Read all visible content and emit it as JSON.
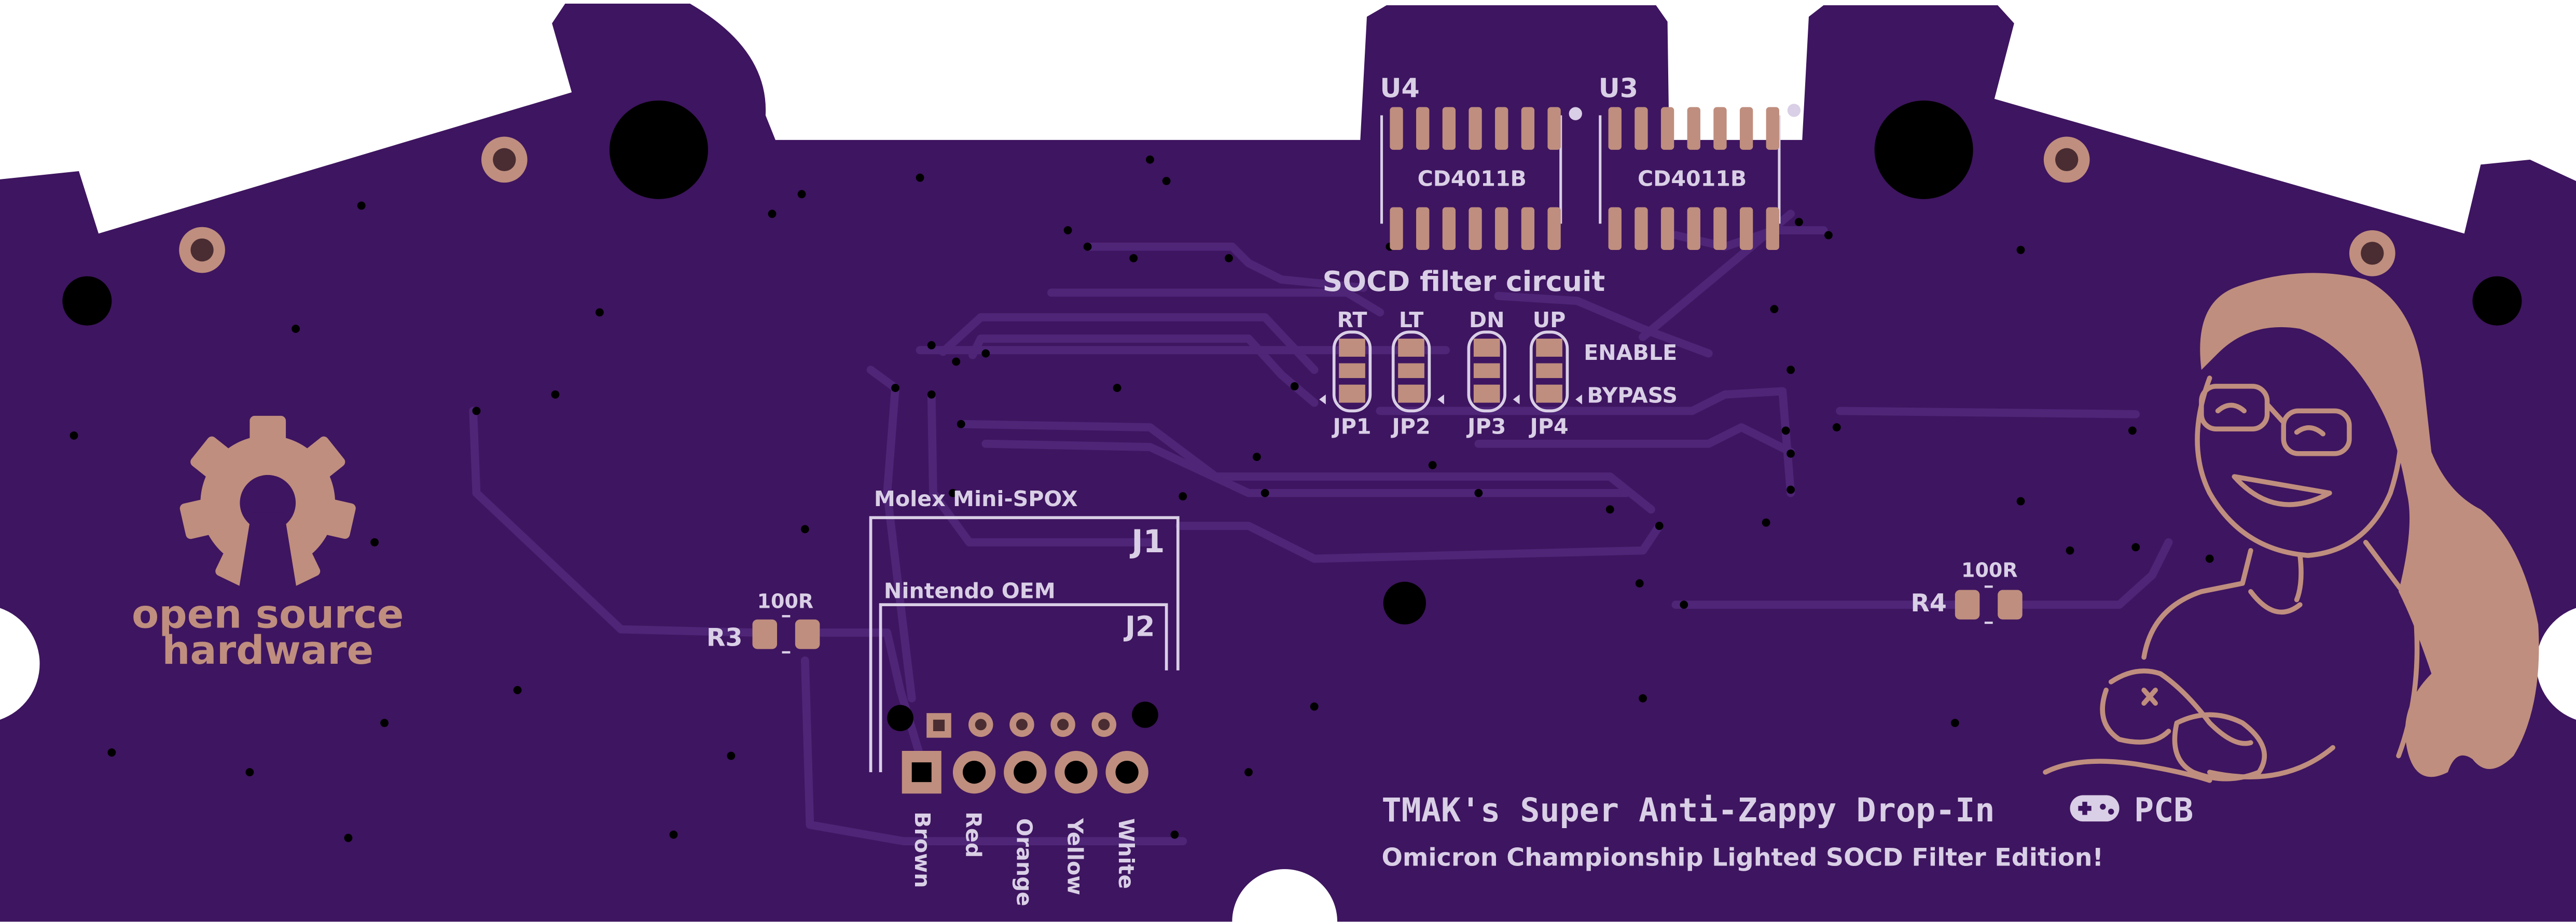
{
  "colors": {
    "pcb": "#3e1560",
    "trace": "#4e2577",
    "silkscreen": "#d9cfe6",
    "copper_pad": "#bf8e7e",
    "hole": "#000000",
    "background": "#ffffff"
  },
  "chips": [
    {
      "ref": "U4",
      "part": "CD4011B"
    },
    {
      "ref": "U3",
      "part": "CD4011B"
    }
  ],
  "socd": {
    "title": "SOCD filter circuit",
    "jumpers": [
      {
        "top": "RT",
        "bottom": "JP1"
      },
      {
        "top": "LT",
        "bottom": "JP2"
      },
      {
        "top": "DN",
        "bottom": "JP3"
      },
      {
        "top": "UP",
        "bottom": "JP4"
      }
    ],
    "enable_label": "ENABLE",
    "bypass_label": "BYPASS"
  },
  "connectors": {
    "j1_ref": "J1",
    "j1_name": "Molex Mini-SPOX",
    "j2_ref": "J2",
    "j2_name": "Nintendo OEM",
    "wires": [
      "Brown",
      "Red",
      "Orange",
      "Yellow",
      "White"
    ]
  },
  "resistors": [
    {
      "ref": "R3",
      "value": "100R"
    },
    {
      "ref": "R4",
      "value": "100R"
    }
  ],
  "oshw": {
    "line1": "open source",
    "line2": "hardware"
  },
  "title_line": {
    "before": "TMAK's Super Anti-Zappy Drop-In",
    "after": "PCB"
  },
  "subtitle": "Omicron Championship Lighted SOCD Filter Edition!",
  "icons": [
    "gamepad-icon",
    "oshw-gear-icon",
    "mascot-artwork"
  ]
}
